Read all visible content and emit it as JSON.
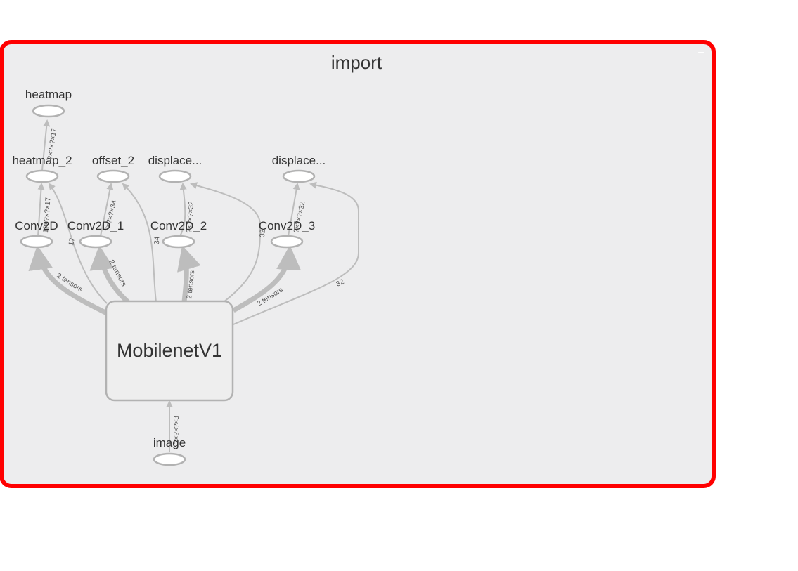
{
  "group": {
    "title": "import",
    "collapse_symbol": "−"
  },
  "colors": {
    "group_border": "#ff0000",
    "group_fill": "#ededee",
    "edge": "#bdbdbd",
    "node_stroke": "#b2b2b2",
    "node_fill": "#ffffff",
    "metanode_fill": "#eeeeee"
  },
  "nodes": {
    "heatmap": "heatmap",
    "heatmap_2": "heatmap_2",
    "offset_2": "offset_2",
    "displace_1": "displace...",
    "displace_2": "displace...",
    "conv2d": "Conv2D",
    "conv2d_1": "Conv2D_1",
    "conv2d_2": "Conv2D_2",
    "conv2d_3": "Conv2D_3",
    "mobilenet": "MobilenetV1",
    "image": "image"
  },
  "edges": {
    "heatmap2_to_heatmap": "?×?×?×17",
    "conv2d_to_heatmap2": "1?×?×?×17",
    "conv2d1_to_offset2": "?×?×?×34",
    "conv2d2_to_displace1": "?×?×?×32",
    "conv2d3_to_displace2": "?×?×?×32",
    "mob_to_conv2d": "2 tensors",
    "mob_to_conv2d1": "2 tensors",
    "mob_to_conv2d2": "2 tensors",
    "mob_to_conv2d3": "2 tensors",
    "mob_to_heatmap2": "17",
    "mob_to_offset2": "34",
    "mob_to_displace1": "32",
    "mob_to_displace2": "32",
    "image_to_mob": "?×?×?×3"
  }
}
